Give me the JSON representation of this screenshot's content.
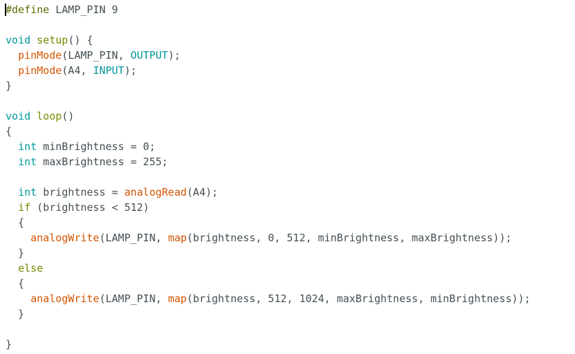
{
  "editor": {
    "colors": {
      "plain": "#434f54",
      "keyword": "#728e00",
      "function": "#d35400",
      "constant": "#00979c",
      "preprocessor": "#5e6d03"
    },
    "lines": [
      [
        {
          "t": "#define",
          "c": "preprocessor"
        },
        {
          "t": " LAMP_PIN 9",
          "c": "plain"
        }
      ],
      [],
      [
        {
          "t": "void",
          "c": "constant"
        },
        {
          "t": " ",
          "c": "plain"
        },
        {
          "t": "setup",
          "c": "keyword"
        },
        {
          "t": "() {",
          "c": "plain"
        }
      ],
      [
        {
          "t": "  ",
          "c": "plain"
        },
        {
          "t": "pinMode",
          "c": "function"
        },
        {
          "t": "(LAMP_PIN, ",
          "c": "plain"
        },
        {
          "t": "OUTPUT",
          "c": "constant"
        },
        {
          "t": ");",
          "c": "plain"
        }
      ],
      [
        {
          "t": "  ",
          "c": "plain"
        },
        {
          "t": "pinMode",
          "c": "function"
        },
        {
          "t": "(A4, ",
          "c": "plain"
        },
        {
          "t": "INPUT",
          "c": "constant"
        },
        {
          "t": ");",
          "c": "plain"
        }
      ],
      [
        {
          "t": "}",
          "c": "plain"
        }
      ],
      [],
      [
        {
          "t": "void",
          "c": "constant"
        },
        {
          "t": " ",
          "c": "plain"
        },
        {
          "t": "loop",
          "c": "keyword"
        },
        {
          "t": "()",
          "c": "plain"
        }
      ],
      [
        {
          "t": "{",
          "c": "plain"
        }
      ],
      [
        {
          "t": "  ",
          "c": "plain"
        },
        {
          "t": "int",
          "c": "constant"
        },
        {
          "t": " minBrightness = 0;",
          "c": "plain"
        }
      ],
      [
        {
          "t": "  ",
          "c": "plain"
        },
        {
          "t": "int",
          "c": "constant"
        },
        {
          "t": " maxBrightness = 255;",
          "c": "plain"
        }
      ],
      [],
      [
        {
          "t": "  ",
          "c": "plain"
        },
        {
          "t": "int",
          "c": "constant"
        },
        {
          "t": " brightness = ",
          "c": "plain"
        },
        {
          "t": "analogRead",
          "c": "function"
        },
        {
          "t": "(A4);",
          "c": "plain"
        }
      ],
      [
        {
          "t": "  ",
          "c": "plain"
        },
        {
          "t": "if",
          "c": "keyword"
        },
        {
          "t": " (brightness < 512)",
          "c": "plain"
        }
      ],
      [
        {
          "t": "  {",
          "c": "plain"
        }
      ],
      [
        {
          "t": "    ",
          "c": "plain"
        },
        {
          "t": "analogWrite",
          "c": "function"
        },
        {
          "t": "(LAMP_PIN, ",
          "c": "plain"
        },
        {
          "t": "map",
          "c": "function"
        },
        {
          "t": "(brightness, 0, 512, minBrightness, maxBrightness));",
          "c": "plain"
        }
      ],
      [
        {
          "t": "  }",
          "c": "plain"
        }
      ],
      [
        {
          "t": "  ",
          "c": "plain"
        },
        {
          "t": "else",
          "c": "keyword"
        }
      ],
      [
        {
          "t": "  {",
          "c": "plain"
        }
      ],
      [
        {
          "t": "    ",
          "c": "plain"
        },
        {
          "t": "analogWrite",
          "c": "function"
        },
        {
          "t": "(LAMP_PIN, ",
          "c": "plain"
        },
        {
          "t": "map",
          "c": "function"
        },
        {
          "t": "(brightness, 512, 1024, maxBrightness, minBrightness));",
          "c": "plain"
        }
      ],
      [
        {
          "t": "  }",
          "c": "plain"
        }
      ],
      [],
      [
        {
          "t": "}",
          "c": "plain"
        }
      ]
    ]
  }
}
